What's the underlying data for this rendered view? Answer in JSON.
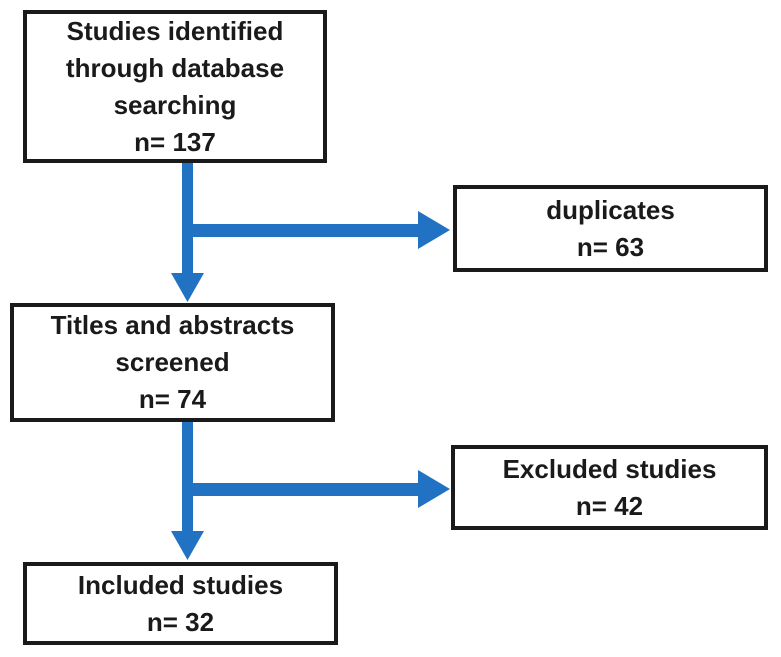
{
  "colors": {
    "arrow": "#2272C3",
    "box_border": "#1a1a1a",
    "text": "#1a1a1a",
    "background": "#ffffff"
  },
  "flowchart": {
    "boxes": {
      "identified": {
        "lines": [
          "Studies identified",
          "through database",
          "searching",
          "n= 137"
        ]
      },
      "duplicates": {
        "lines": [
          "duplicates",
          "n= 63"
        ]
      },
      "screened": {
        "lines": [
          "Titles and abstracts",
          "screened",
          "n= 74"
        ]
      },
      "excluded": {
        "lines": [
          "Excluded studies",
          "n= 42"
        ]
      },
      "included": {
        "lines": [
          "Included studies",
          "n= 32"
        ]
      }
    }
  }
}
